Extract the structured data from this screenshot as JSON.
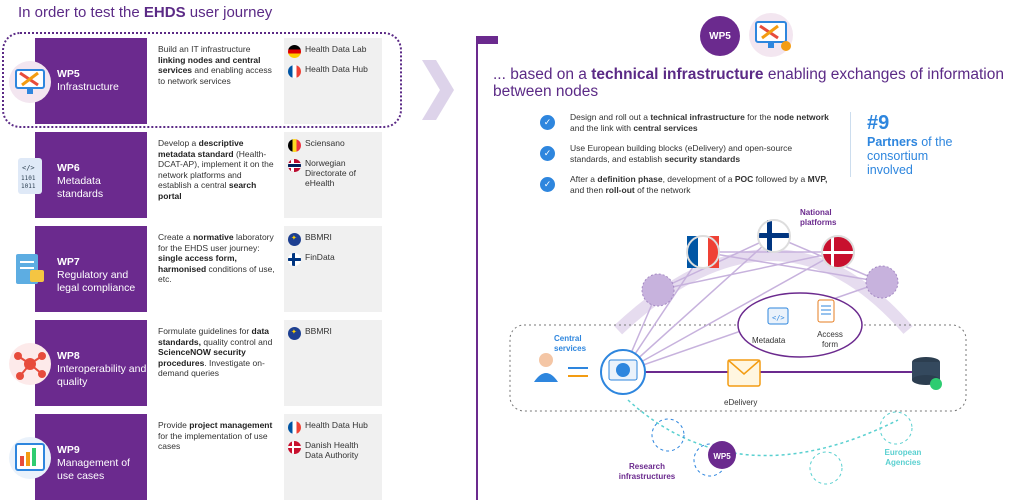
{
  "header": {
    "prefix": "In order to test the ",
    "highlight": "EHDS",
    "suffix": " user journey"
  },
  "work_packages": [
    {
      "num": "WP5",
      "name": "Infrastructure",
      "desc": [
        {
          "t": "Build an IT infrastructure "
        },
        {
          "b": "linking nodes and central services"
        },
        {
          "t": " and enabling access to network services"
        }
      ],
      "partners": [
        {
          "flag": "de",
          "name": "Health Data Lab"
        },
        {
          "flag": "fr",
          "name": "Health Data Hub"
        }
      ]
    },
    {
      "num": "WP6",
      "name": "Metadata standards",
      "desc": [
        {
          "t": "Develop a "
        },
        {
          "b": "descriptive metadata standard"
        },
        {
          "t": " (Health-DCAT-AP), implement it on the network platforms and establish a central "
        },
        {
          "b": "search portal"
        }
      ],
      "partners": [
        {
          "flag": "be",
          "name": "Sciensano"
        },
        {
          "flag": "no",
          "name": "Norwegian Directorate of eHealth"
        }
      ]
    },
    {
      "num": "WP7",
      "name": "Regulatory and legal compliance",
      "desc": [
        {
          "t": "Create a "
        },
        {
          "b": "normative"
        },
        {
          "t": " laboratory for the EHDS user journey: "
        },
        {
          "b": "single access form, harmonised"
        },
        {
          "t": " conditions of use, etc."
        }
      ],
      "partners": [
        {
          "flag": "eu",
          "name": "BBMRI"
        },
        {
          "flag": "fi",
          "name": "FinData"
        }
      ]
    },
    {
      "num": "WP8",
      "name": "Interoperability and quality",
      "desc": [
        {
          "t": "Formulate guidelines for "
        },
        {
          "b": "data standards,"
        },
        {
          "t": " quality control and "
        },
        {
          "b": "ScienceNOW security procedures"
        },
        {
          "t": ". Investigate on-demand queries"
        }
      ],
      "partners": [
        {
          "flag": "eu",
          "name": "BBMRI"
        }
      ]
    },
    {
      "num": "WP9",
      "name": "Management of use cases",
      "desc": [
        {
          "t": "Provide "
        },
        {
          "b": "project management"
        },
        {
          "t": " for the implementation of use cases"
        }
      ],
      "partners": [
        {
          "flag": "fr",
          "name": "Health Data Hub"
        },
        {
          "flag": "dk",
          "name": "Danish Health Data Authority"
        }
      ]
    }
  ],
  "right": {
    "badge": "WP5",
    "title_prefix": "... based on a ",
    "title_highlight": "technical infrastructure",
    "title_suffix": " enabling exchanges of information between nodes",
    "bullets": [
      [
        {
          "t": "Design and roll out a "
        },
        {
          "b": "technical infrastructure"
        },
        {
          "t": " for the "
        },
        {
          "b": "node network"
        },
        {
          "t": " and the link with "
        },
        {
          "b": "central services"
        }
      ],
      [
        {
          "t": "Use European building blocks (eDelivery) and open-source standards, and establish "
        },
        {
          "b": "security standards"
        }
      ],
      [
        {
          "t": "After a "
        },
        {
          "b": "definition phase"
        },
        {
          "t": ", development of a "
        },
        {
          "b": "POC"
        },
        {
          "t": " followed by a "
        },
        {
          "b": "MVP,"
        },
        {
          "t": " and then "
        },
        {
          "b": "roll-out"
        },
        {
          "t": " of the network"
        }
      ]
    ],
    "partners_count": "#9",
    "partners_bold": "Partners",
    "partners_rest": " of the consortium involved"
  },
  "diagram": {
    "national_platforms": "National platforms",
    "central_services": "Central services",
    "metadata": "Metadata",
    "access_form": "Access form",
    "edelivery": "eDelivery",
    "research_infrastructures": "Research infrastructures",
    "european_agencies": "European Agencies"
  },
  "colors": {
    "purple": "#6b2a8e",
    "blue": "#2e86de",
    "teal": "#5ad0d0",
    "lilac": "#c7b2dd"
  }
}
